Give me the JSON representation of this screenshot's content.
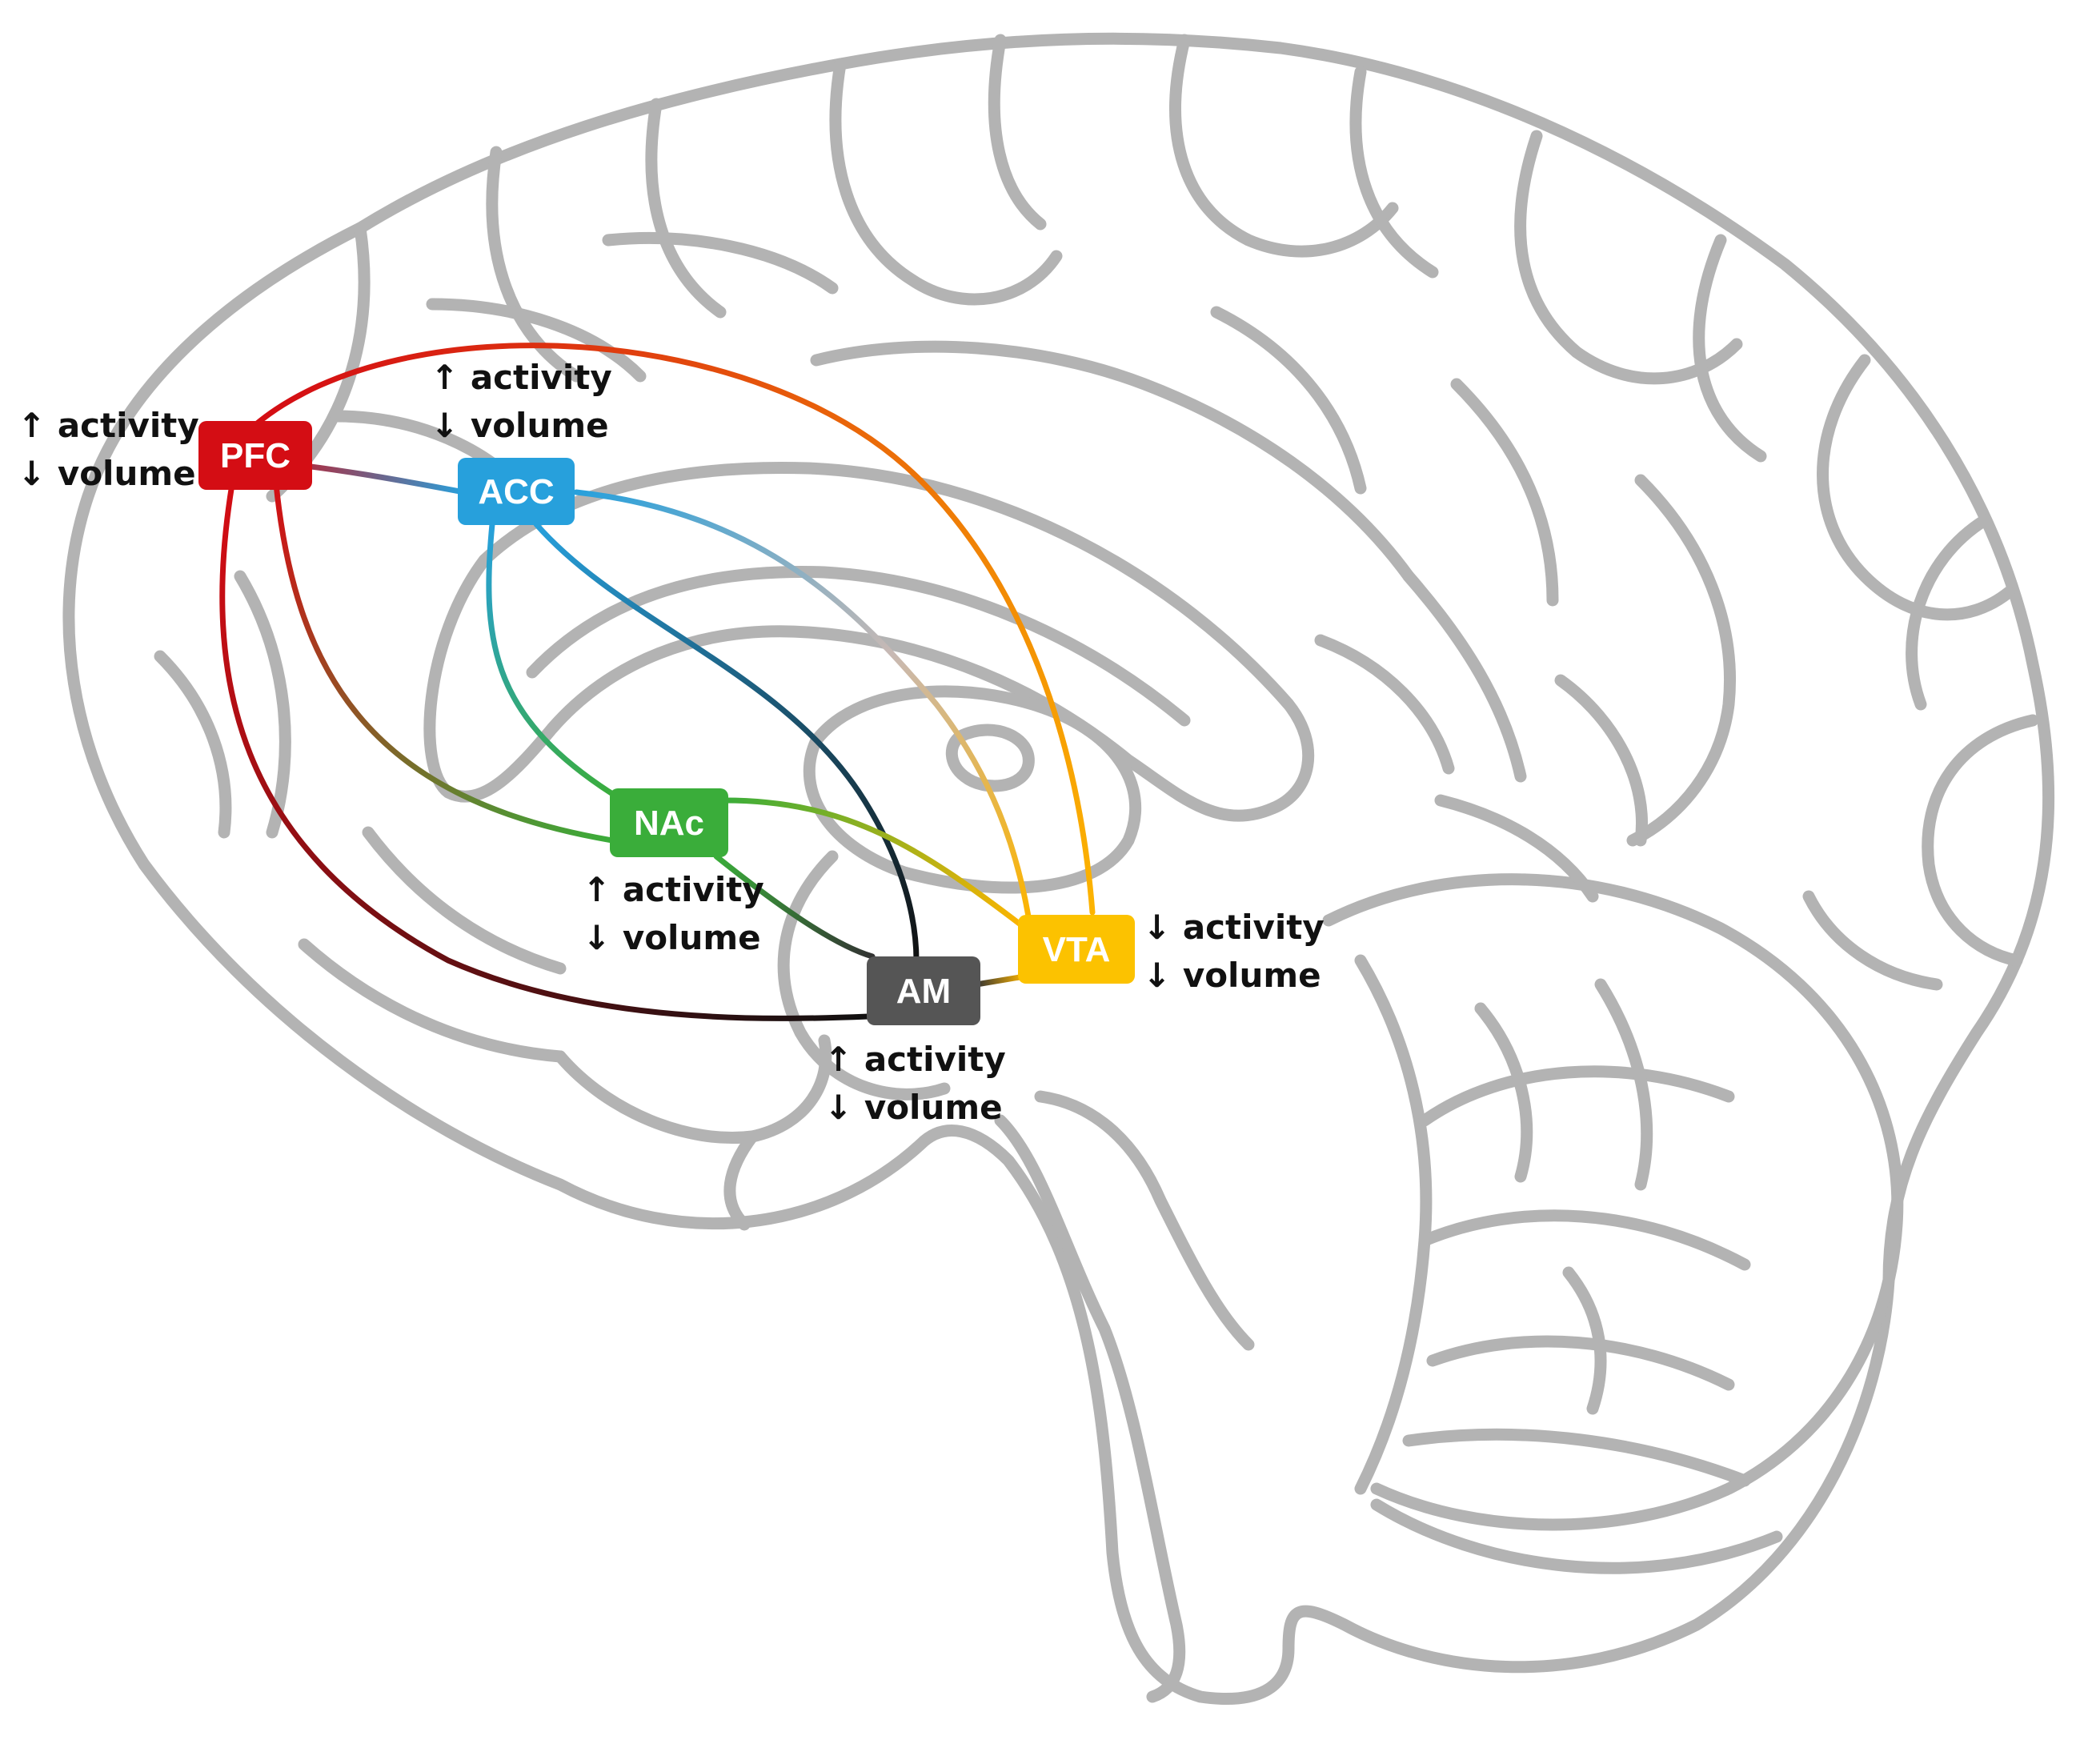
{
  "nodes": [
    {
      "id": "pfc",
      "label": "PFC",
      "color": "#d40d14"
    },
    {
      "id": "acc",
      "label": "ACC",
      "color": "#27a0dc"
    },
    {
      "id": "nac",
      "label": "NAc",
      "color": "#3aad3a"
    },
    {
      "id": "am",
      "label": "AM",
      "color": "#555555"
    },
    {
      "id": "vta",
      "label": "VTA",
      "color": "#fcc200"
    }
  ],
  "annotations": [
    {
      "node": "pfc",
      "line1": "↑ activity",
      "line2": "↓ volume"
    },
    {
      "node": "acc",
      "line1": "↑ activity",
      "line2": "↓ volume"
    },
    {
      "node": "nac",
      "line1": "↑ activity",
      "line2": "↓ volume"
    },
    {
      "node": "am",
      "line1": "↑ activity",
      "line2": "↓ volume"
    },
    {
      "node": "vta",
      "line1": "↓ activity",
      "line2": "↓ volume"
    }
  ],
  "connections": [
    {
      "from": "pfc",
      "to": "acc"
    },
    {
      "from": "pfc",
      "to": "vta"
    },
    {
      "from": "pfc",
      "to": "nac"
    },
    {
      "from": "pfc",
      "to": "am"
    },
    {
      "from": "acc",
      "to": "vta"
    },
    {
      "from": "acc",
      "to": "am"
    },
    {
      "from": "acc",
      "to": "nac"
    },
    {
      "from": "nac",
      "to": "vta"
    },
    {
      "from": "nac",
      "to": "am"
    },
    {
      "from": "am",
      "to": "vta"
    }
  ],
  "colors": {
    "brain_outline": "#b3b3b3",
    "annotation_text": "#111111",
    "background": "#ffffff"
  }
}
